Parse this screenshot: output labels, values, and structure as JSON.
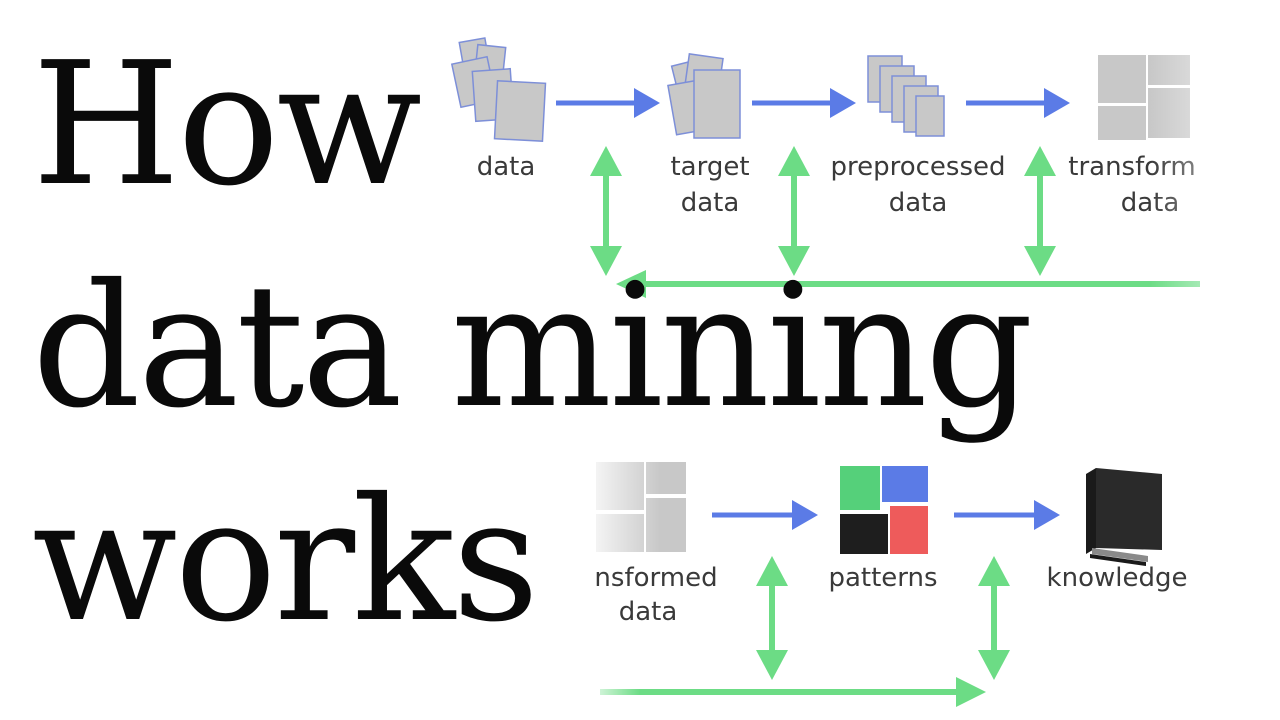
{
  "title": {
    "line1": "How",
    "line2": "data mining",
    "line3": "works"
  },
  "top_row": {
    "stage1_label": "data",
    "stage2_label_line1": "target",
    "stage2_label_line2": "data",
    "stage3_label_line1": "preprocessed",
    "stage3_label_line2": "data",
    "stage4_label_line1": "transform",
    "stage4_label_line2": "data"
  },
  "bottom_row": {
    "stage1_label_line1": "nsformed",
    "stage1_label_line2": "data",
    "stage2_label": "patterns",
    "stage3_label": "knowledge"
  },
  "colors": {
    "forward_arrow": "#5b7be6",
    "feedback_arrow": "#6cdc85",
    "pattern_green": "#55d07a",
    "pattern_blue": "#5b7be6",
    "pattern_black": "#1e1e1e",
    "pattern_red": "#ee5b5b",
    "paper_gray": "#c8c8c8",
    "paper_border": "#7d8fd8",
    "book_black": "#2a2a2a"
  }
}
